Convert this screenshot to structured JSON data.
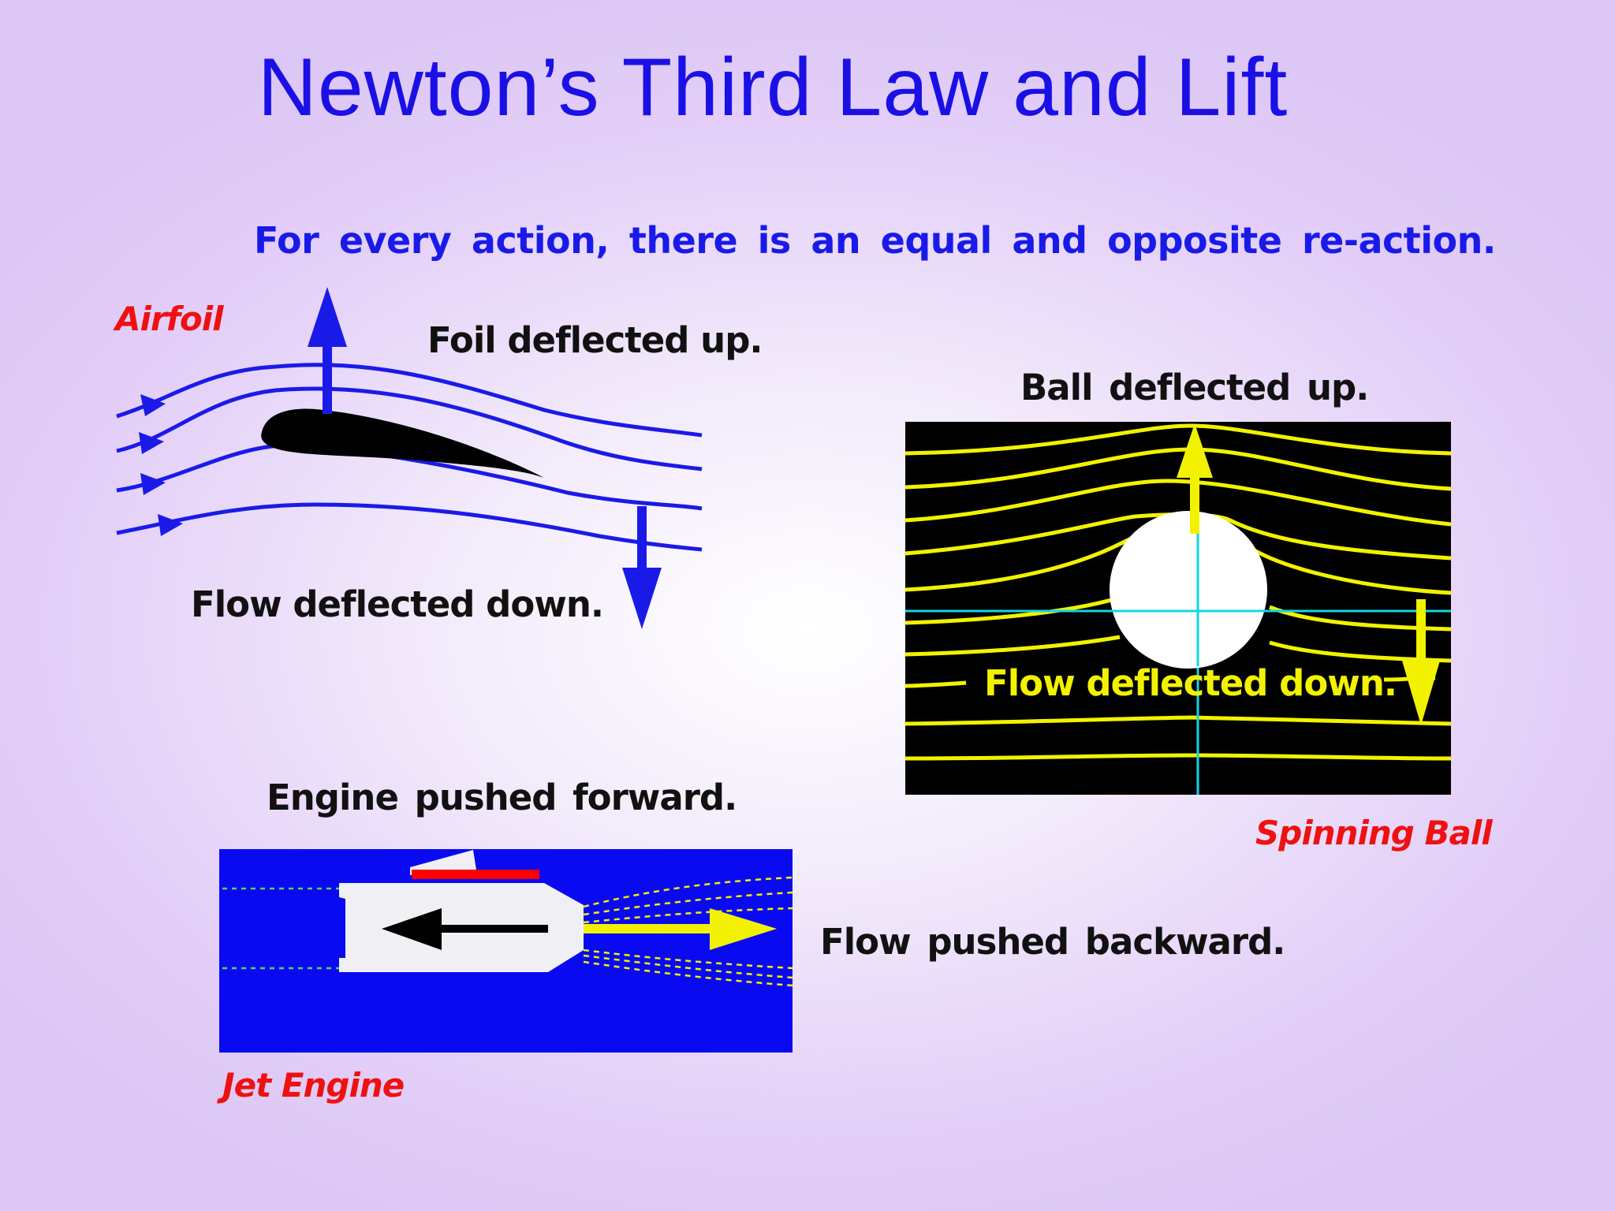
{
  "slide": {
    "title": "Newton’s Third Law and Lift",
    "subtitle": "For every action, there is an equal and opposite re-action."
  },
  "airfoil": {
    "name": "Airfoil",
    "up_label": "Foil deflected up.",
    "down_label": "Flow deflected  down."
  },
  "spinning_ball": {
    "name": "Spinning Ball",
    "up_label": "Ball  deflected  up.",
    "down_label": "Flow deflected  down."
  },
  "jet_engine": {
    "name": "Jet Engine",
    "forward_label": "Engine  pushed  forward.",
    "backward_label": "Flow  pushed  backward."
  },
  "colors": {
    "title": "#1a10e6",
    "streamline_blue": "#1a1ae8",
    "streamline_yellow": "#f2f200",
    "name_red": "#ee1111",
    "panel_black": "#000000",
    "engine_blue": "#0a0af2"
  }
}
